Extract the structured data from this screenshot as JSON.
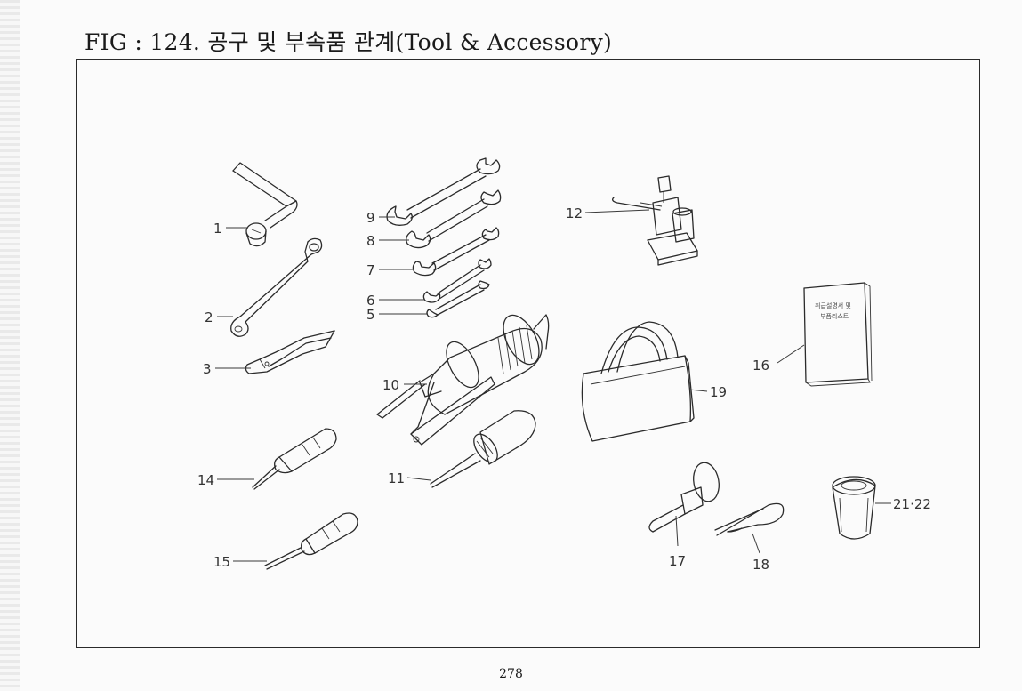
{
  "figure": {
    "title": "FIG : 124. 공구 및 부속품 관계(Tool & Accessory)",
    "page_number": "278"
  },
  "parts": [
    {
      "id": "1",
      "label": "1"
    },
    {
      "id": "2",
      "label": "2"
    },
    {
      "id": "3",
      "label": "3"
    },
    {
      "id": "5",
      "label": "5"
    },
    {
      "id": "6",
      "label": "6"
    },
    {
      "id": "7",
      "label": "7"
    },
    {
      "id": "8",
      "label": "8"
    },
    {
      "id": "9",
      "label": "9"
    },
    {
      "id": "10",
      "label": "10"
    },
    {
      "id": "11",
      "label": "11"
    },
    {
      "id": "12",
      "label": "12"
    },
    {
      "id": "14",
      "label": "14"
    },
    {
      "id": "15",
      "label": "15"
    },
    {
      "id": "16",
      "label": "16"
    },
    {
      "id": "17",
      "label": "17"
    },
    {
      "id": "18",
      "label": "18"
    },
    {
      "id": "19",
      "label": "19"
    },
    {
      "id": "21-22",
      "label": "21·22"
    }
  ],
  "manual_book": {
    "cover_line_1": "취급설명서 및",
    "cover_line_2": "부품리스트"
  }
}
